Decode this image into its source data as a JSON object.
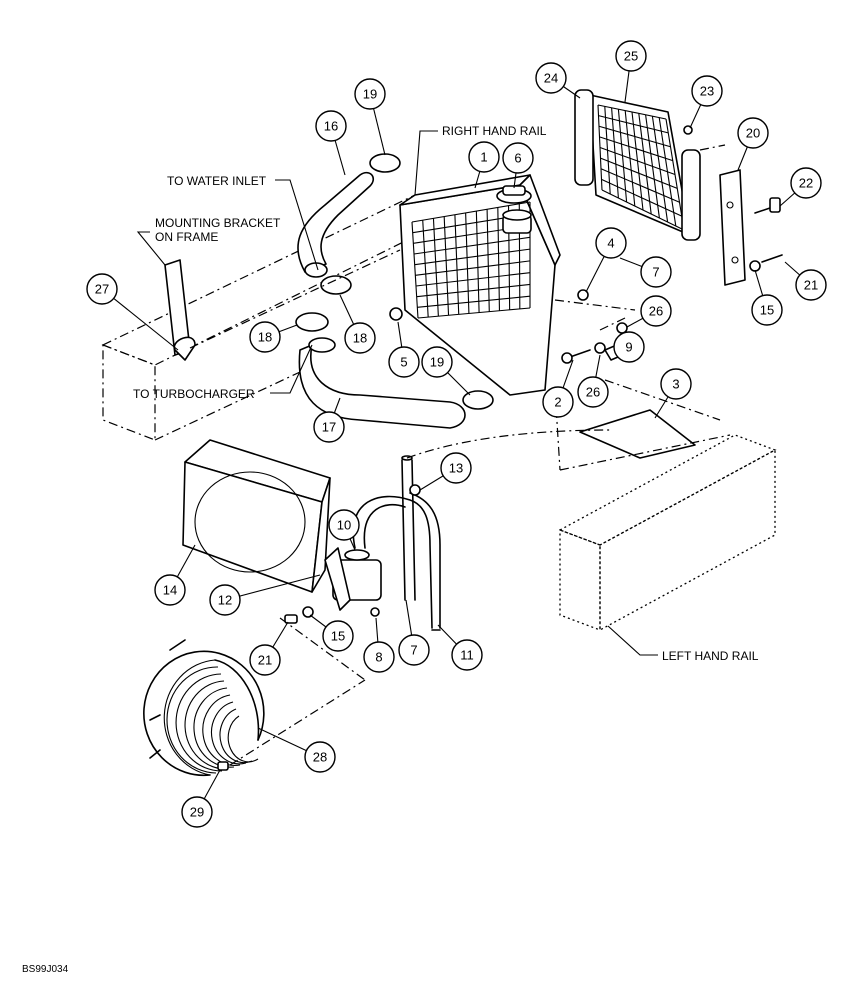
{
  "labels": {
    "right_hand_rail": "RIGHT HAND RAIL",
    "to_water_inlet": "TO WATER INLET",
    "mounting_bracket_line1": "MOUNTING BRACKET",
    "mounting_bracket_line2": "ON FRAME",
    "to_turbocharger": "TO TURBOCHARGER",
    "left_hand_rail": "LEFT HAND RAIL"
  },
  "drawing_code": "BS99J034",
  "callouts": [
    "1",
    "2",
    "3",
    "4",
    "5",
    "6",
    "7",
    "7",
    "8",
    "9",
    "10",
    "11",
    "12",
    "13",
    "14",
    "15",
    "15",
    "16",
    "17",
    "18",
    "18",
    "19",
    "19",
    "20",
    "21",
    "21",
    "22",
    "23",
    "24",
    "25",
    "26",
    "26",
    "27",
    "28",
    "29"
  ]
}
